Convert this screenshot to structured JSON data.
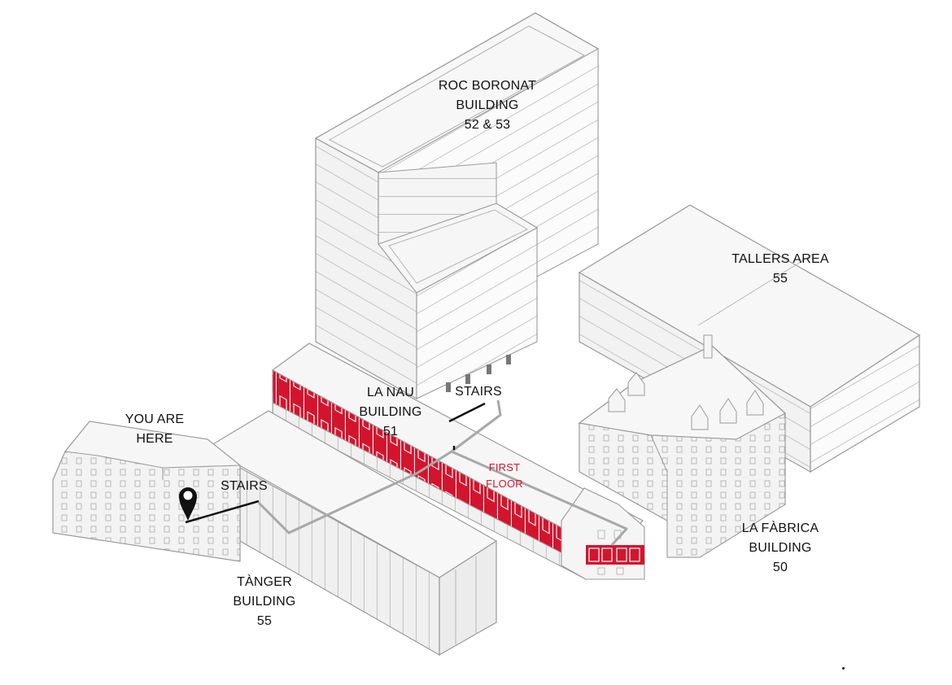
{
  "labels": {
    "roc_boronat": {
      "line1": "ROC BORONAT",
      "line2": "BUILDING",
      "line3": "52 & 53"
    },
    "tallers": {
      "line1": "TALLERS AREA",
      "line2": "55"
    },
    "la_nau": {
      "line1": "LA NAU",
      "line2": "BUILDING",
      "line3": "51"
    },
    "stairs_top": "STAIRS",
    "stairs_left": "STAIRS",
    "you_are_here": {
      "line1": "YOU ARE",
      "line2": "HERE"
    },
    "first_floor": {
      "line1": "FIRST",
      "line2": "FLOOR"
    },
    "la_fabrica": {
      "line1": "LA FÀBRICA",
      "line2": "BUILDING",
      "line3": "50"
    },
    "tanger": {
      "line1": "TÀNGER",
      "line2": "BUILDING",
      "line3": "55"
    }
  },
  "icons": {
    "location_pin": "map-pin-icon"
  },
  "colors": {
    "highlight": "#d3142d",
    "building_fill": "#f4f4f4",
    "line": "#888888",
    "route": "#aaaaaa"
  }
}
